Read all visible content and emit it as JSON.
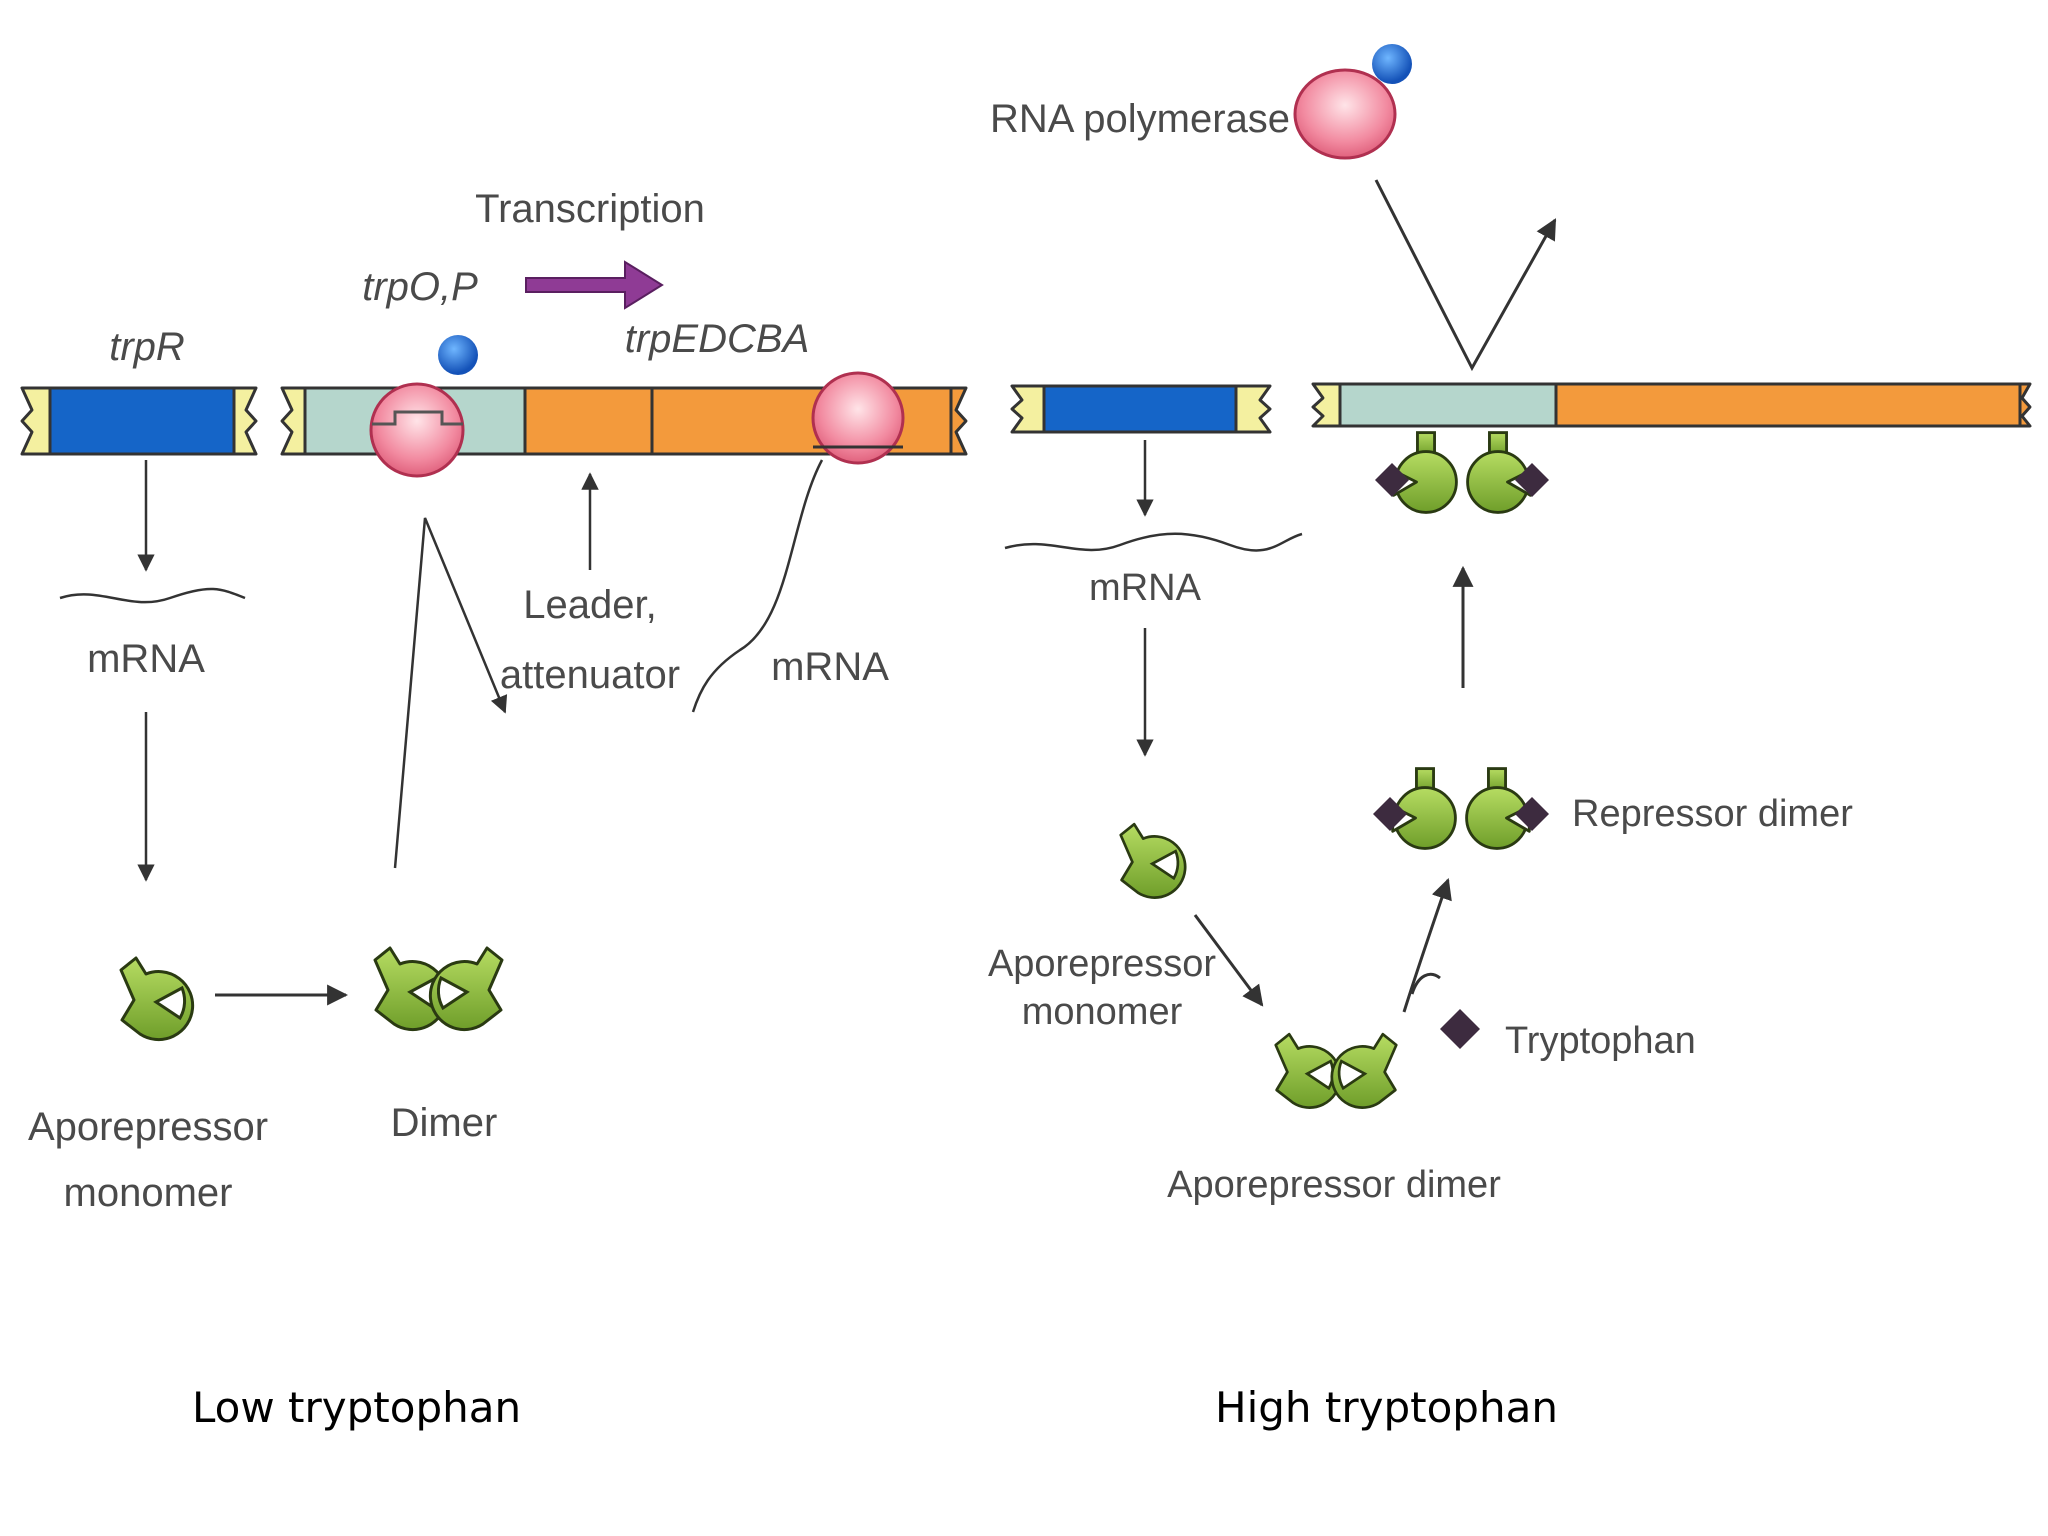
{
  "labels": {
    "trpR": "trpR",
    "trpOP": "trpO,P",
    "trpEDCBA": "trpEDCBA",
    "transcription": "Transcription",
    "mrna": "mRNA",
    "leader_line1": "Leader,",
    "leader_line2": "attenuator",
    "aporepressor_line1": "Aporepressor",
    "aporepressor_line2": "monomer",
    "dimer": "Dimer",
    "rna_polymerase": "RNA polymerase",
    "repressor_dimer": "Repressor dimer",
    "tryptophan": "Tryptophan",
    "aporepressor_dimer": "Aporepressor dimer"
  },
  "captions": {
    "low": "Low tryptophan",
    "high": "High tryptophan"
  },
  "colors": {
    "trpR_gene": "#1565c8",
    "operator_promoter": "#b5d6cc",
    "structural_genes": "#f39a3c",
    "dna_end_caps": "#f4f0a0",
    "rna_polymerase": "#ef7f95",
    "sigma_subunit": "#1f6fd0",
    "repressor": "#8dbf3f",
    "tryptophan": "#3d2b3f",
    "transcription_arrow": "#8f3b95",
    "arrows": "#333333"
  },
  "icons": {
    "rna_polymerase": "rna-polymerase-icon",
    "repressor": "repressor-monomer-icon",
    "tryptophan": "tryptophan-diamond-icon"
  }
}
